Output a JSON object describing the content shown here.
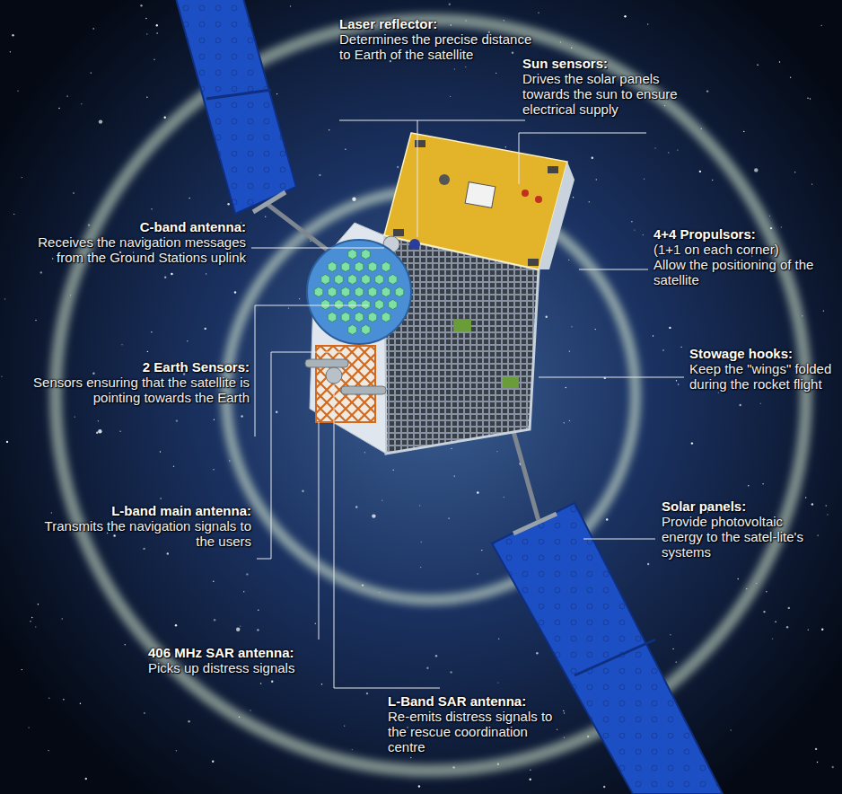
{
  "diagram": {
    "labels": [
      "Laser reflector:",
      "Determines the precise distance to Earth of the satellite",
      "Sun sensors:",
      "Drives the solar panels towards the sun to ensure electrical supply",
      "C-band antenna:",
      "Receives the navigation messages from the Ground Stations uplink",
      "4+4 Propulsors:",
      "(1+1 on each corner)",
      "Allow the positioning of the satellite",
      "2 Earth Sensors:",
      "Sensors ensuring that the satellite is pointing towards the Earth",
      "Stowage hooks:",
      "Keep the \"wings\" folded during the rocket flight",
      "Solar panels:",
      "Provide photovoltaic energy to the satel-lite's systems",
      "L-band main antenna:",
      "Transmits the navigation signals to the users",
      "406 MHz SAR antenna:",
      "Picks up distress signals",
      "L-Band SAR antenna:",
      "Re-emits distress signals to the rescue coordination centre"
    ]
  }
}
